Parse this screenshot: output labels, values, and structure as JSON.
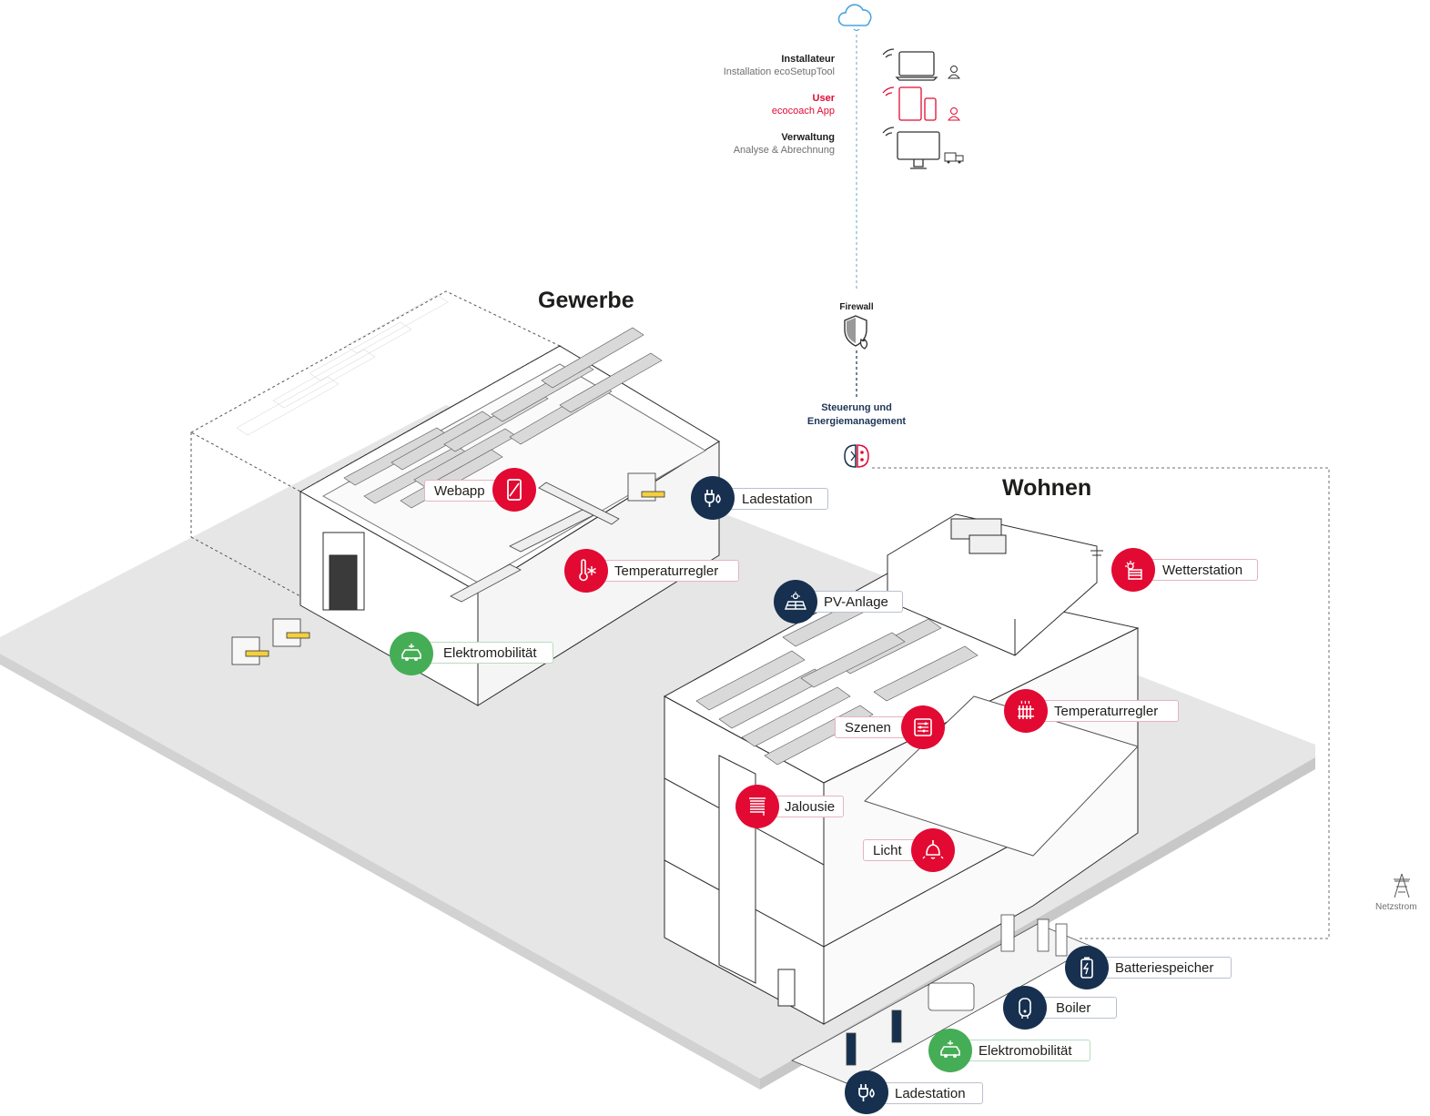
{
  "colors": {
    "red": "#e20a32",
    "navy": "#17304f",
    "green": "#45ad56",
    "grey": "#6f6f6e",
    "ground": "#e6e6e6"
  },
  "roles": [
    {
      "title": "Installateur",
      "subtitle": "Installation ecoSetupTool",
      "icon": "laptop-icon"
    },
    {
      "title": "User",
      "subtitle": "ecocoach App",
      "icon": "tablet-phone-icon"
    },
    {
      "title": "Verwaltung",
      "subtitle": "Analyse & Abrechnung",
      "icon": "desktop-icon"
    }
  ],
  "firewall": {
    "label": "Firewall",
    "icon": "shield-flame-icon"
  },
  "control": {
    "label_line1": "Steuerung und",
    "label_line2": "Energiemanagement",
    "icon": "brain-icon"
  },
  "sections": {
    "commercial": "Gewerbe",
    "residential": "Wohnen"
  },
  "grid": {
    "label": "Netzstrom",
    "icon": "power-pylon-icon"
  },
  "callouts": {
    "webapp": "Webapp",
    "ladestation_gewerbe": "Ladestation",
    "temperatur_gewerbe": "Temperaturregler",
    "elektro_gewerbe": "Elektromobilität",
    "wetterstation": "Wetterstation",
    "pv_anlage": "PV-Anlage",
    "temperatur_wohnen": "Temperaturregler",
    "szenen": "Szenen",
    "jalousie": "Jalousie",
    "licht": "Licht",
    "batteriespeicher": "Batteriespeicher",
    "boiler": "Boiler",
    "elektro_wohnen": "Elektromobilität",
    "ladestation_wohnen": "Ladestation"
  }
}
